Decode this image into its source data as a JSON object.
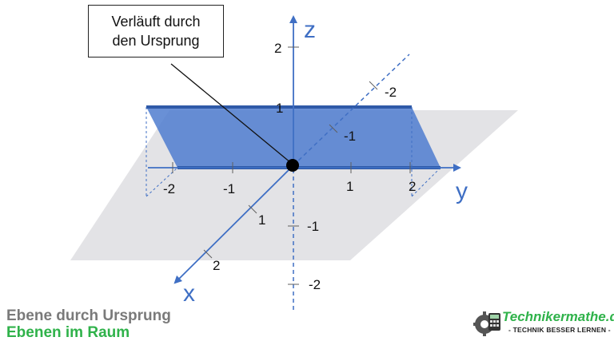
{
  "callout": {
    "line1": "Verläuft durch",
    "line2": "den Ursprung"
  },
  "axes": {
    "x": "x",
    "y": "y",
    "z": "z"
  },
  "ticks": {
    "x_pos_1": "1",
    "x_pos_2": "2",
    "y_neg_2": "-2",
    "y_neg_1": "-1",
    "y_pos_1": "1",
    "y_pos_2": "2",
    "z_pos_1": "1",
    "z_pos_2": "2",
    "z_neg_1": "-1",
    "z_neg_2": "-2",
    "x_neg_1": "-1",
    "x_neg_2": "-2"
  },
  "footer": {
    "title": "Ebene durch Ursprung",
    "subtitle": "Ebenen im Raum"
  },
  "logo": {
    "name": "Technikermathe.de",
    "slogan": "- TECHNIK BESSER LERNEN -"
  },
  "colors": {
    "axis": "#3f6fc4",
    "plane": "#4f7ccf",
    "plane_edge": "#2f5aa8",
    "ground": "#e3e3e6",
    "accent": "#2fb24a"
  }
}
